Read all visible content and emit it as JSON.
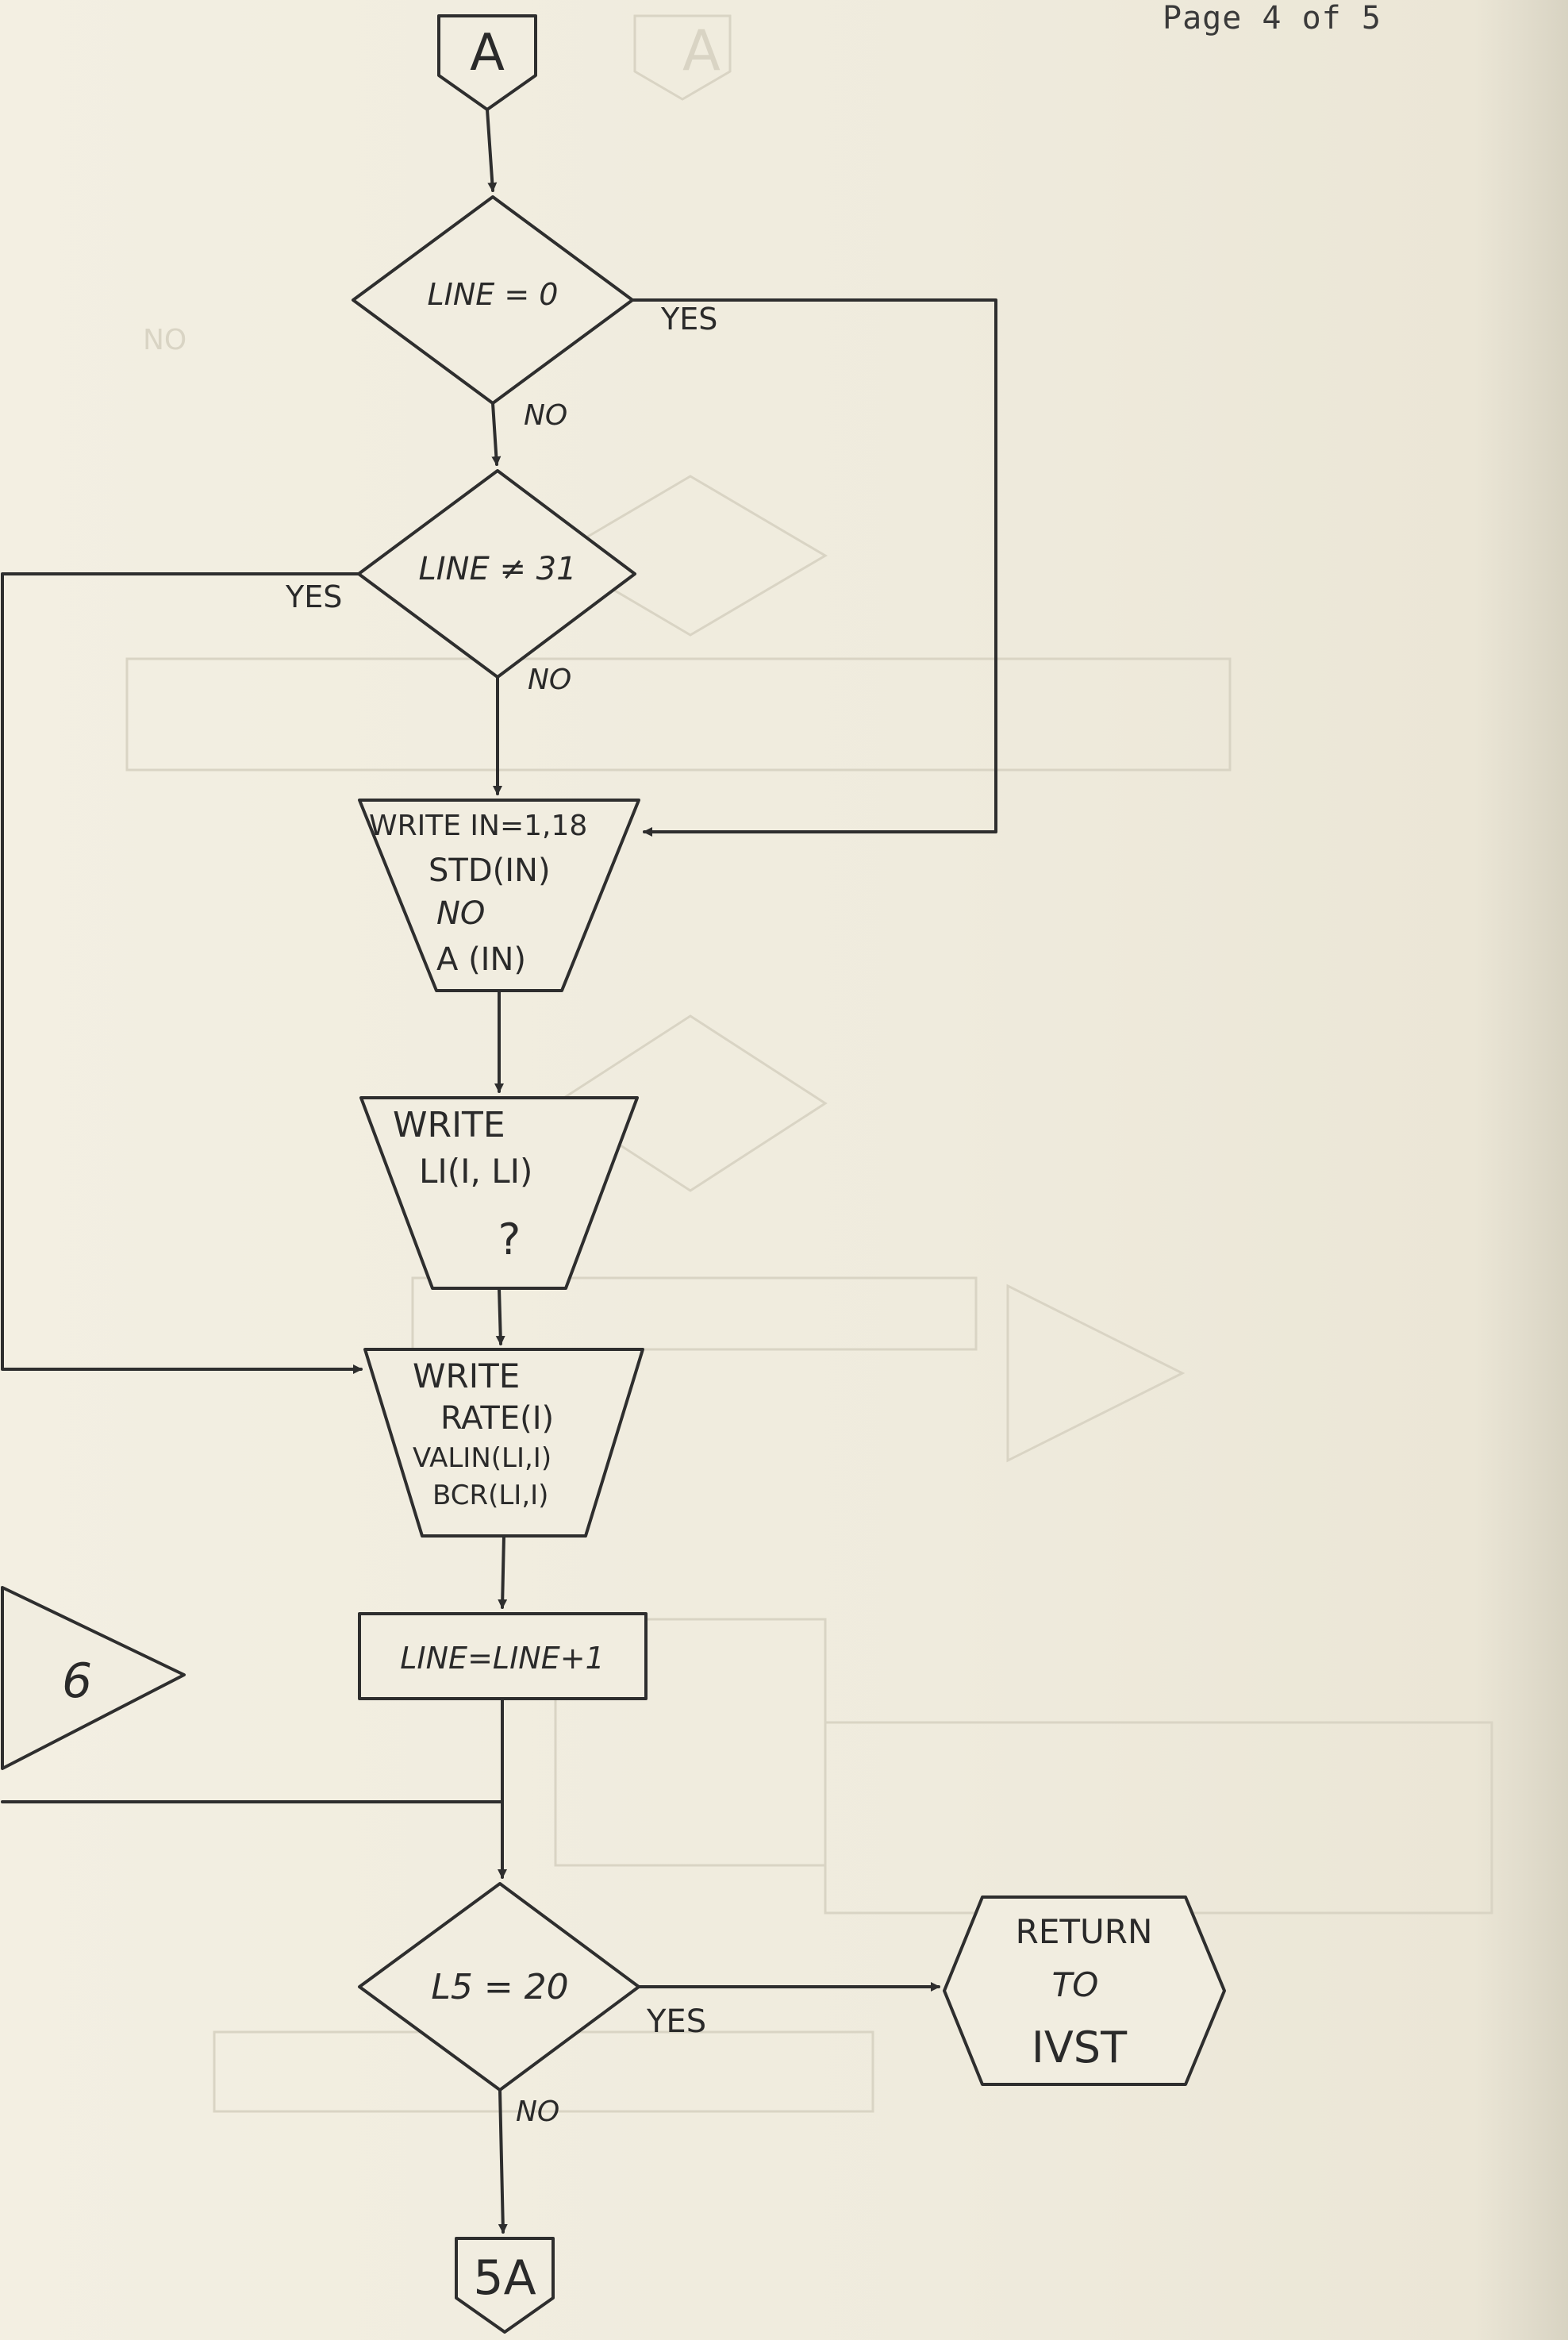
{
  "page_label": "Page 4 of 5",
  "nodes": {
    "connector_a": "A",
    "decision_line_zero": "LINE = 0",
    "decision_line_not_31": "LINE ≠ 31",
    "write_std": [
      "WRITE  IN=1,18",
      "STD(IN)",
      "NO",
      "A (IN)"
    ],
    "write_li": [
      "WRITE",
      "LI(I, LI)",
      "?"
    ],
    "write_rate": [
      "WRITE",
      "RATE(I)",
      "VALIN(LI,I)",
      "BCR(LI,I)"
    ],
    "increment_line": "LINE=LINE+1",
    "connector_6": "6",
    "decision_l5": "L5 = 20",
    "terminal_return": [
      "RETURN",
      "TO",
      "IVST"
    ],
    "connector_5a": "5A"
  },
  "edge_labels": {
    "line_zero_yes": "YES",
    "line_zero_no": "NO",
    "line_31_yes": "YES",
    "line_31_no": "NO",
    "l5_yes": "YES",
    "l5_no": "NO"
  },
  "colors": {
    "paper": "#f1ede0",
    "ink": "#2e2e2e",
    "bleed": "#d9d4c4"
  }
}
